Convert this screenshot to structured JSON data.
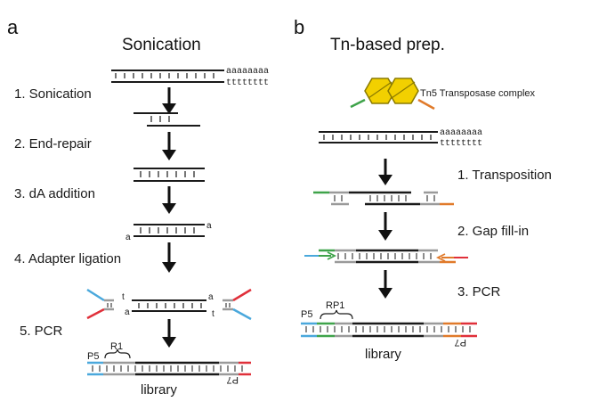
{
  "panels": {
    "a": {
      "letter": "a",
      "title": "Sonication",
      "tail_top": "aaaaaaaa",
      "tail_bottom": "tttttttt",
      "steps": [
        "1. Sonication",
        "2. End-repair",
        "3. dA addition",
        "4. Adapter ligation",
        "5. PCR"
      ],
      "base_a": "a",
      "base_t": "t",
      "p5": "P5",
      "r1": "R1",
      "p7": "P7",
      "library": "library"
    },
    "b": {
      "letter": "b",
      "title": "Tn-based prep.",
      "transposase_label": "Tn5 Transposase complex",
      "tail_top": "aaaaaaaa",
      "tail_bottom": "tttttttt",
      "steps": [
        "1. Transposition",
        "2. Gap fill-in",
        "3. PCR"
      ],
      "p5": "P5",
      "rp1": "RP1",
      "p7": "P7",
      "library": "library"
    }
  },
  "colors": {
    "dna": "#1a1a1a",
    "blue_adapter": "#4aa8dc",
    "red_adapter": "#e0303a",
    "green_adapter": "#3fa34a",
    "orange_adapter": "#e07a2a",
    "gray_segment": "#9a9a9a",
    "transposase_fill": "#f2d000",
    "transposase_stroke": "#8a7a00"
  }
}
